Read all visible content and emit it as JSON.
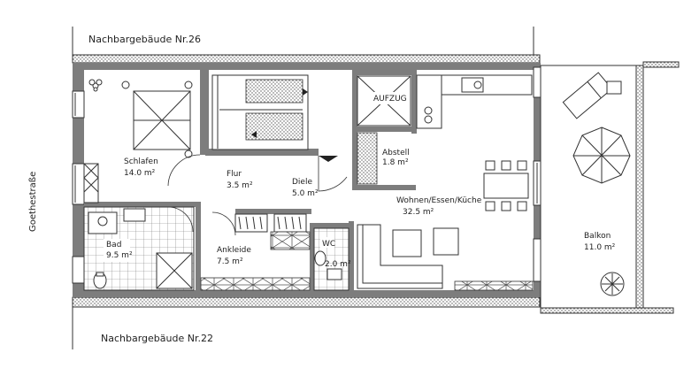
{
  "neighbors": {
    "top": "Nachbargebäude Nr.26",
    "bottom": "Nachbargebäude Nr.22"
  },
  "street": "Goethestraße",
  "rooms": {
    "schlafen": {
      "name": "Schlafen",
      "area": "14.0 m²"
    },
    "flur": {
      "name": "Flur",
      "area": "3.5 m²"
    },
    "diele": {
      "name": "Diele",
      "area": "5.0 m²"
    },
    "abstell": {
      "name": "Abstell",
      "area": "1.8 m²"
    },
    "wohnen": {
      "name": "Wohnen/Essen/Küche",
      "area": "32.5 m²"
    },
    "bad": {
      "name": "Bad",
      "area": "9.5 m²"
    },
    "ankleide": {
      "name": "Ankleide",
      "area": "7.5 m²"
    },
    "wc": {
      "name": "WC",
      "area": "2.0 m²"
    },
    "balkon": {
      "name": "Balkon",
      "area": "11.0 m²"
    },
    "aufzug": {
      "name": "AUFZUG"
    }
  },
  "colors": {
    "wall": "#7d7d7d",
    "line": "#333333",
    "paper": "#ffffff"
  }
}
